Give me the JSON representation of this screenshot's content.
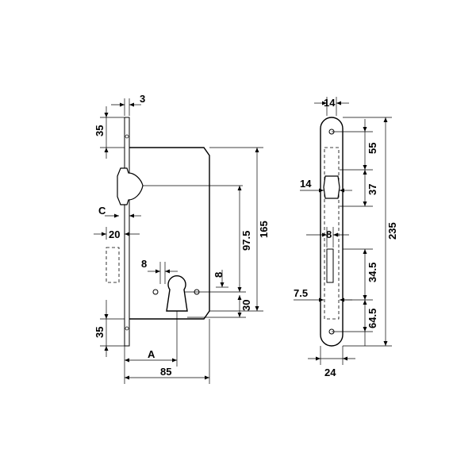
{
  "left_view": {
    "dim_faceplate_thickness": "3",
    "dim_top_screw": "35",
    "dim_bottom_screw": "35",
    "label_c": "C",
    "dim_20": "20",
    "dim_cylinder_hole": "8",
    "dim_spindle": "8",
    "dim_97_5": "97.5",
    "dim_165": "165",
    "dim_30": "30",
    "label_a": "A",
    "dim_85": "85"
  },
  "right_view": {
    "dim_width_top": "14",
    "dim_55": "55",
    "dim_latch_14": "14",
    "dim_37": "37",
    "dim_8": "8",
    "dim_235": "235",
    "dim_34_5": "34.5",
    "dim_7_5": "7.5",
    "dim_64_5": "64.5",
    "dim_width_bottom": "24"
  }
}
